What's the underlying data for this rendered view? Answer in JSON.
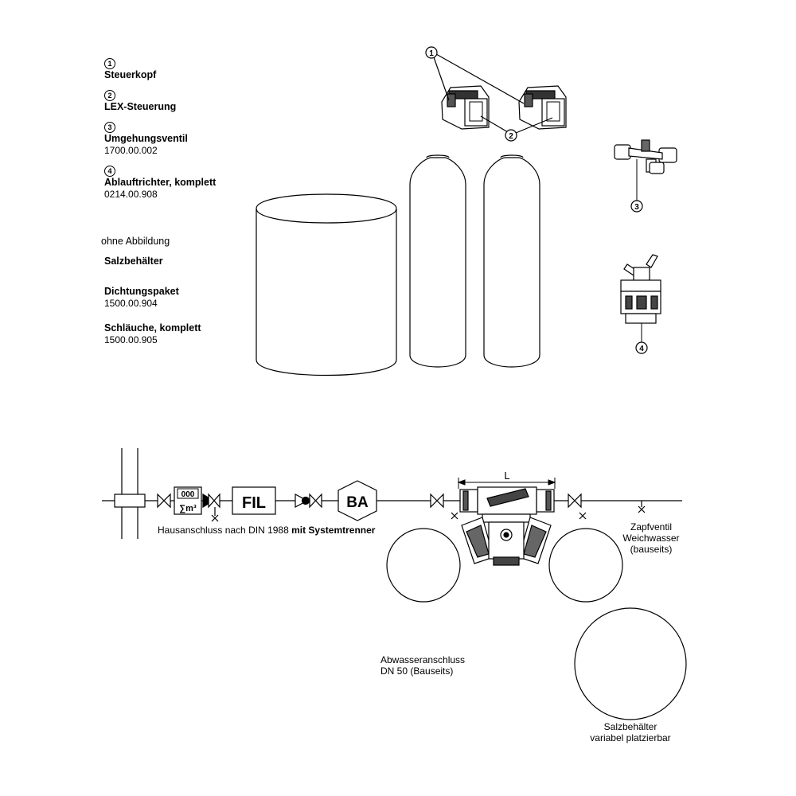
{
  "legend": {
    "items": [
      {
        "num": "1",
        "name": "Steuerkopf",
        "code": ""
      },
      {
        "num": "2",
        "name": "LEX-Steuerung",
        "code": ""
      },
      {
        "num": "3",
        "name": "Umgehungsventil",
        "code": "1700.00.002"
      },
      {
        "num": "4",
        "name": "Ablauftrichter, komplett",
        "code": "0214.00.908"
      }
    ],
    "without_image_label": "ohne Abbildung",
    "extras": [
      {
        "name": "Salzbehälter",
        "code": ""
      },
      {
        "name": "Dichtungspaket",
        "code": "1500.00.904"
      },
      {
        "name": "Schläuche, komplett",
        "code": "1500.00.905"
      }
    ]
  },
  "callouts": {
    "c1": "1",
    "c2": "2",
    "c3": "3",
    "c4": "4"
  },
  "schematic": {
    "meter_top": "000",
    "meter_bottom": "∑m³",
    "filter_label": "FIL",
    "ba_label": "BA",
    "dimension_label": "L",
    "house_connection_prefix": "Hausanschluss nach DIN 1988 ",
    "house_connection_bold": "mit Systemtrenner",
    "tap_line1": "Zapfventil",
    "tap_line2": "Weichwasser",
    "tap_line3": "(bauseits)",
    "drain_line1": "Abwasseranschluss",
    "drain_line2": "DN 50 (Bauseits)",
    "salt_line1": "Salzbehälter",
    "salt_line2": "variabel platzierbar"
  }
}
